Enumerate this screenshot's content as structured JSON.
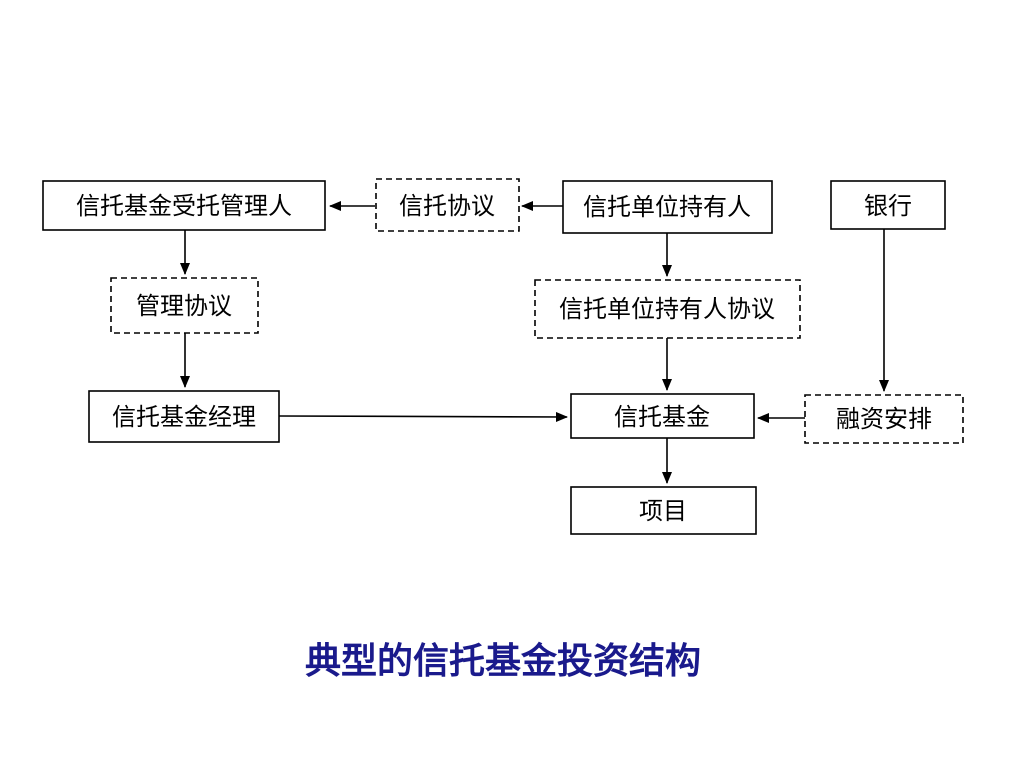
{
  "diagram": {
    "nodes": {
      "trustee": "信托基金受托管理人",
      "trust_agreement": "信托协议",
      "unit_holder": "信托单位持有人",
      "bank": "银行",
      "management_agreement": "管理协议",
      "unit_holder_agreement": "信托单位持有人协议",
      "fund_manager": "信托基金经理",
      "trust_fund": "信托基金",
      "financing": "融资安排",
      "project": "项目"
    },
    "caption": "典型的信托基金投资结构"
  }
}
